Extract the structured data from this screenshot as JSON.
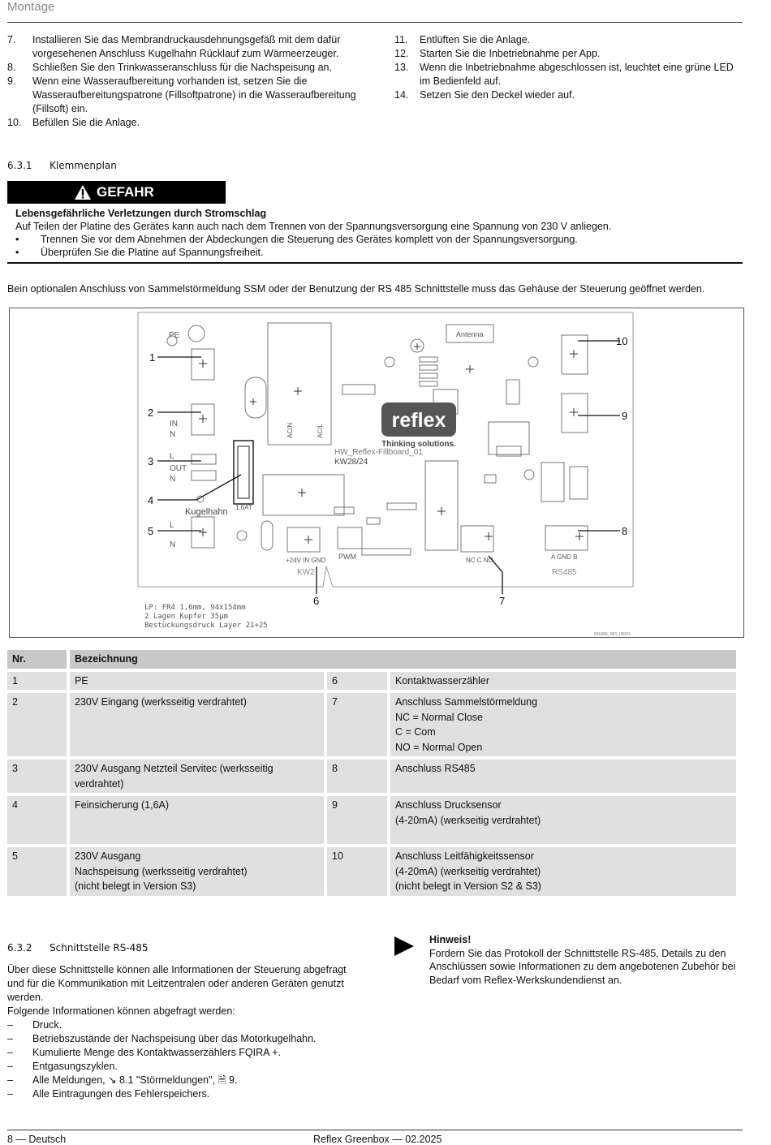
{
  "header": {
    "title": "Montage"
  },
  "steps_left": [
    {
      "num": "7.",
      "text": "Installieren Sie das Membrandruckausdehnungsgefäß mit dem dafür vorgesehenen Anschluss Kugelhahn Rücklauf zum Wärmeerzeuger."
    },
    {
      "num": "8.",
      "text": "Schließen Sie den Trinkwasseranschluss für die Nachspeisung an."
    },
    {
      "num": "9.",
      "text": "Wenn eine Wasseraufbereitung vorhanden ist, setzen Sie die Wasseraufbereitungspatrone (Fillsoftpatrone) in die Wasseraufbereitung (Fillsoft) ein."
    },
    {
      "num": "10.",
      "text": "Befüllen Sie die Anlage."
    }
  ],
  "steps_right": [
    {
      "num": "11.",
      "text": "Entlüften Sie die Anlage."
    },
    {
      "num": "12.",
      "text": "Starten Sie die Inbetriebnahme per App."
    },
    {
      "num": "13.",
      "text": "Wenn die Inbetriebnahme abgeschlossen ist, leuchtet eine grüne LED im Bedienfeld auf."
    },
    {
      "num": "14.",
      "text": "Setzen Sie den Deckel wieder auf."
    }
  ],
  "section_631": {
    "number": "6.3.1",
    "title": "Klemmenplan"
  },
  "danger": {
    "label": "GEFAHR",
    "title": "Lebensgefährliche Verletzungen durch Stromschlag",
    "text": "Auf Teilen der Platine des Gerätes kann auch nach dem Trennen von der Spannungsversorgung eine Spannung von 230 V anliegen.",
    "bullet_char": "•",
    "bullets": [
      "Trennen Sie vor dem Abnehmen der Abdeckungen die Steuerung des Gerätes komplett von der Spannungsversorgung.",
      "Überprüfen Sie die Platine auf Spannungsfreiheit."
    ]
  },
  "intro": "Bein optionalen Anschluss von Sammelstörmeldung SSM oder der Benutzung der RS 485 Schnittstelle muss das Gehäuse der Steuerung geöffnet werden.",
  "board": {
    "labels": {
      "pe": "PE",
      "in": "IN",
      "n": "N",
      "l": "L",
      "out": "OUT",
      "kugelhahn": "Kugelhahn",
      "fuse": "1,6AT",
      "antenna": "Antenna",
      "logo": "reflex",
      "slogan": "Thinking solutions.",
      "board_name": "HW_Reflex-Fillboard_01",
      "kw": "KW28/24",
      "kw_pins": "+24V  IN GND",
      "kw_name": "KW2",
      "pwm": "PWM",
      "ssm_pins": "NC    C    NO",
      "rs_pins": "A  GND  B",
      "rs_name": "RS485",
      "ac_n": "AC/N",
      "ac_l": "AC/L",
      "lp1": "LP: FR4  1,6mm, 94x154mm",
      "lp2": "2 Lagen Kupfer 35µm",
      "lp3": "Bestückungsdruck Layer 21+25",
      "code": "001606_S81_IR001"
    },
    "callouts": [
      "1",
      "2",
      "3",
      "4",
      "5",
      "6",
      "7",
      "8",
      "9",
      "10"
    ]
  },
  "table": {
    "headers": [
      "Nr.",
      "Bezeichnung"
    ],
    "rows": [
      {
        "n1": "1",
        "d1": [
          "PE"
        ],
        "n2": "6",
        "d2": [
          "Kontaktwasserzähler"
        ]
      },
      {
        "n1": "2",
        "d1": [
          "230V Eingang (werksseitig verdrahtet)"
        ],
        "n2": "7",
        "d2": [
          "Anschluss Sammelstörmeldung",
          "NC = Normal Close",
          "C = Com",
          "NO = Normal Open"
        ]
      },
      {
        "n1": "3",
        "d1": [
          "230V Ausgang Netzteil Servitec (werksseitig verdrahtet)"
        ],
        "n2": "8",
        "d2": [
          "Anschluss RS485"
        ]
      },
      {
        "n1": "4",
        "d1": [
          "Feinsicherung (1,6A)"
        ],
        "n2": "9",
        "d2": [
          "Anschluss Drucksensor",
          "(4-20mA) (werkseitig verdrahtet)"
        ]
      },
      {
        "n1": "5",
        "d1": [
          "230V Ausgang",
          "Nachspeisung (werksseitig verdrahtet)",
          "(nicht belegt in Version S3)"
        ],
        "n2": "10",
        "d2": [
          "Anschluss Leitfähigkeitssensor",
          "(4-20mA) (werkseitig verdrahtet)",
          "(nicht belegt in Version S2 & S3)"
        ]
      }
    ]
  },
  "section_632": {
    "number": "6.3.2",
    "title": "Schnittstelle RS-485"
  },
  "rs485": {
    "intro": "Über diese Schnittstelle können alle Informationen der Steuerung abgefragt und für die Kommunikation mit Leitzentralen oder anderen Geräten genutzt werden.",
    "lead": "Folgende Informationen können abgefragt werden:",
    "dash_char": "–",
    "items": [
      "Druck.",
      "Betriebszustände der Nachspeisung über das Motorkugelhahn.",
      "Kumulierte Menge des Kontaktwasserzählers FQIRA +.",
      "Entgasungszyklen.",
      "Alle Meldungen, ↘ 8.1 \"Störmeldungen\", 🗎 9.",
      "Alle Eintragungen des Fehlerspeichers."
    ]
  },
  "hint": {
    "title": "Hinweis!",
    "text": "Fordern Sie das Protokoll der Schnittstelle RS-485, Details zu den Anschlüssen sowie Informationen zu dem angebotenen Zubehör bei Bedarf vom Reflex-Werkskundendienst an."
  },
  "footer": {
    "left": "8 — Deutsch",
    "center": "Reflex Greenbox — 02.2025"
  }
}
